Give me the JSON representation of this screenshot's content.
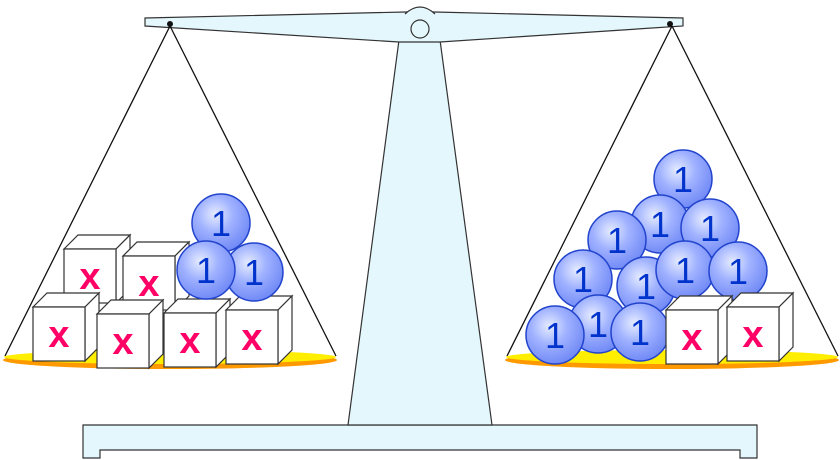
{
  "scale": {
    "left_pan": {
      "unknown_label": "x",
      "unknown_count": 6,
      "unit_label": "1",
      "unit_count": 3
    },
    "right_pan": {
      "unknown_label": "x",
      "unknown_count": 2,
      "unit_label": "1",
      "unit_count": 11
    }
  },
  "colors": {
    "stand": "#e4f7fc",
    "pan": "#ffee00",
    "pan_rim": "#ff9900",
    "ball": "#7f95ff",
    "ball_text": "#0033cc",
    "x_text": "#ff0066"
  }
}
